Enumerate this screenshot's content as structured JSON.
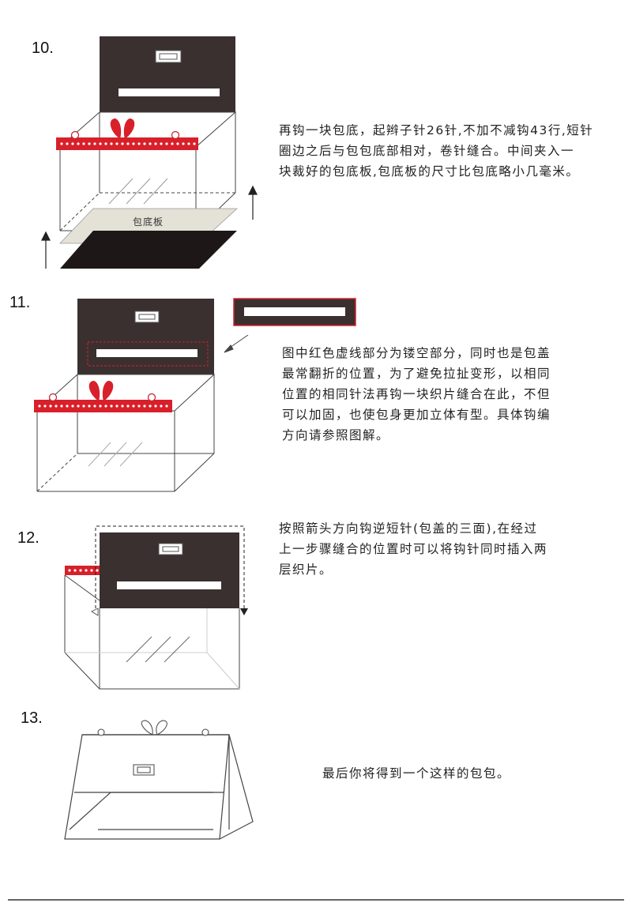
{
  "colors": {
    "dark_panel": "#3a3030",
    "red_band": "#d8202a",
    "bottom_base": "#1e1717",
    "base_board": "#e4e2d6",
    "line": "#444444"
  },
  "steps": [
    {
      "number": "10.",
      "lines": [
        "再钩一块包底，起辫子针26针,不加不减钩43行,短针",
        "圈边之后与包包底部相对，卷针缝合。中间夹入一",
        "块裁好的包底板,包底板的尺寸比包底略小几毫米。"
      ],
      "board_label": "包底板"
    },
    {
      "number": "11.",
      "lines": [
        "图中红色虚线部分为镂空部分，同时也是包盖",
        "最常翻折的位置，为了避免拉扯变形，以相同",
        "位置的相同针法再钩一块织片缝合在此，不但",
        "可以加固，也使包身更加立体有型。具体钩编",
        "方向请参照图解。"
      ]
    },
    {
      "number": "12.",
      "lines": [
        "按照箭头方向钩逆短针(包盖的三面),在经过",
        "上一步骤缝合的位置时可以将钩针同时插入两",
        "层织片。"
      ]
    },
    {
      "number": "13.",
      "lines": [
        "最后你将得到一个这样的包包。"
      ]
    }
  ]
}
